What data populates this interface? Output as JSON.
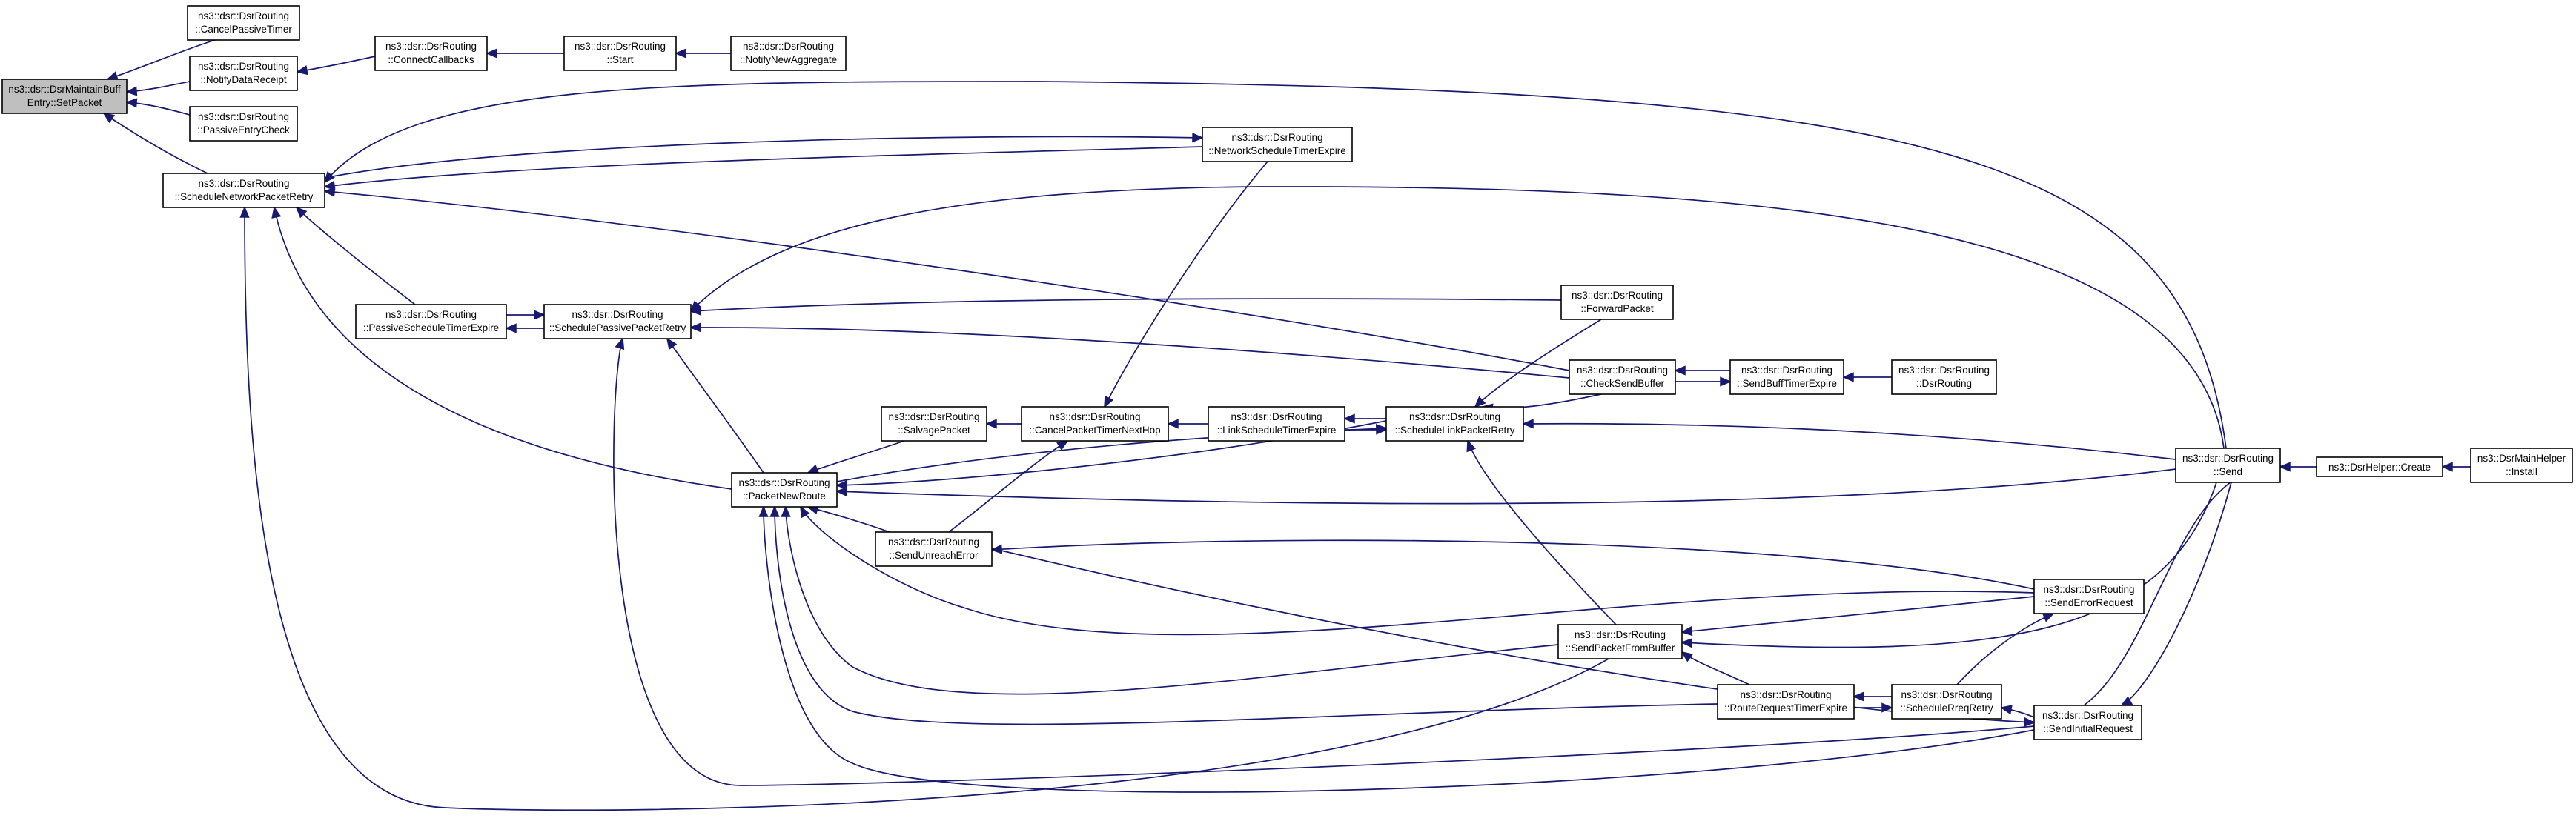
{
  "diagram": {
    "type": "caller-graph",
    "root": "setpacket",
    "nodes": [
      {
        "id": "setpacket",
        "line1": "ns3::dsr::DsrMaintainBuff",
        "line2": "Entry::SetPacket"
      },
      {
        "id": "cancelpassivetimer",
        "line1": "ns3::dsr::DsrRouting",
        "line2": "::CancelPassiveTimer"
      },
      {
        "id": "notifydatareceipt",
        "line1": "ns3::dsr::DsrRouting",
        "line2": "::NotifyDataReceipt"
      },
      {
        "id": "passiveentrycheck",
        "line1": "ns3::dsr::DsrRouting",
        "line2": "::PassiveEntryCheck"
      },
      {
        "id": "schedulenetworkpacketretry",
        "line1": "ns3::dsr::DsrRouting",
        "line2": "::ScheduleNetworkPacketRetry"
      },
      {
        "id": "connectcallbacks",
        "line1": "ns3::dsr::DsrRouting",
        "line2": "::ConnectCallbacks"
      },
      {
        "id": "start",
        "line1": "ns3::dsr::DsrRouting",
        "line2": "::Start"
      },
      {
        "id": "notifynewaggregate",
        "line1": "ns3::dsr::DsrRouting",
        "line2": "::NotifyNewAggregate"
      },
      {
        "id": "networkscheduletimerexpire",
        "line1": "ns3::dsr::DsrRouting",
        "line2": "::NetworkScheduleTimerExpire"
      },
      {
        "id": "passivescheduletimerexpire",
        "line1": "ns3::dsr::DsrRouting",
        "line2": "::PassiveScheduleTimerExpire"
      },
      {
        "id": "schedulepassivepacketretry",
        "line1": "ns3::dsr::DsrRouting",
        "line2": "::SchedulePassivePacketRetry"
      },
      {
        "id": "forwardpacket",
        "line1": "ns3::dsr::DsrRouting",
        "line2": "::ForwardPacket"
      },
      {
        "id": "checksendbuffer",
        "line1": "ns3::dsr::DsrRouting",
        "line2": "::CheckSendBuffer"
      },
      {
        "id": "sendbufftimerexpire",
        "line1": "ns3::dsr::DsrRouting",
        "line2": "::SendBuffTimerExpire"
      },
      {
        "id": "dsrrouting",
        "line1": "ns3::dsr::DsrRouting",
        "line2": "::DsrRouting"
      },
      {
        "id": "salvagepacket",
        "line1": "ns3::dsr::DsrRouting",
        "line2": "::SalvagePacket"
      },
      {
        "id": "cancelpackettimernexthop",
        "line1": "ns3::dsr::DsrRouting",
        "line2": "::CancelPacketTimerNextHop"
      },
      {
        "id": "linkscheduletimerexpire",
        "line1": "ns3::dsr::DsrRouting",
        "line2": "::LinkScheduleTimerExpire"
      },
      {
        "id": "schedulelinkpacketretry",
        "line1": "ns3::dsr::DsrRouting",
        "line2": "::ScheduleLinkPacketRetry"
      },
      {
        "id": "packetnewroute",
        "line1": "ns3::dsr::DsrRouting",
        "line2": "::PacketNewRoute"
      },
      {
        "id": "send",
        "line1": "ns3::dsr::DsrRouting",
        "line2": "::Send"
      },
      {
        "id": "create",
        "line1": "ns3::DsrHelper::Create",
        "line2": ""
      },
      {
        "id": "install",
        "line1": "ns3::DsrMainHelper",
        "line2": "::Install"
      },
      {
        "id": "sendunreacherror",
        "line1": "ns3::dsr::DsrRouting",
        "line2": "::SendUnreachError"
      },
      {
        "id": "senderrorrequest",
        "line1": "ns3::dsr::DsrRouting",
        "line2": "::SendErrorRequest"
      },
      {
        "id": "sendpacketfrombuffer",
        "line1": "ns3::dsr::DsrRouting",
        "line2": "::SendPacketFromBuffer"
      },
      {
        "id": "routerequesttimerexpire",
        "line1": "ns3::dsr::DsrRouting",
        "line2": "::RouteRequestTimerExpire"
      },
      {
        "id": "schedulerreqretry",
        "line1": "ns3::dsr::DsrRouting",
        "line2": "::ScheduleRreqRetry"
      },
      {
        "id": "sendinitialrequest",
        "line1": "ns3::dsr::DsrRouting",
        "line2": "::SendInitialRequest"
      }
    ],
    "edges": [
      {
        "from": "cancelpassivetimer",
        "to": "setpacket"
      },
      {
        "from": "notifydatareceipt",
        "to": "setpacket"
      },
      {
        "from": "passiveentrycheck",
        "to": "setpacket"
      },
      {
        "from": "schedulenetworkpacketretry",
        "to": "setpacket"
      },
      {
        "from": "connectcallbacks",
        "to": "notifydatareceipt"
      },
      {
        "from": "start",
        "to": "connectcallbacks"
      },
      {
        "from": "notifynewaggregate",
        "to": "start"
      },
      {
        "from": "networkscheduletimerexpire",
        "to": "schedulenetworkpacketretry"
      },
      {
        "from": "passivescheduletimerexpire",
        "to": "schedulenetworkpacketretry"
      },
      {
        "from": "checksendbuffer",
        "to": "schedulenetworkpacketretry"
      },
      {
        "from": "packetnewroute",
        "to": "schedulenetworkpacketretry"
      },
      {
        "from": "sendpacketfrombuffer",
        "to": "schedulenetworkpacketretry"
      },
      {
        "from": "send",
        "to": "schedulenetworkpacketretry"
      },
      {
        "from": "schedulenetworkpacketretry",
        "to": "networkscheduletimerexpire"
      },
      {
        "from": "schedulepassivepacketretry",
        "to": "passivescheduletimerexpire"
      },
      {
        "from": "passivescheduletimerexpire",
        "to": "schedulepassivepacketretry"
      },
      {
        "from": "forwardpacket",
        "to": "schedulepassivepacketretry"
      },
      {
        "from": "checksendbuffer",
        "to": "schedulepassivepacketretry"
      },
      {
        "from": "packetnewroute",
        "to": "schedulepassivepacketretry"
      },
      {
        "from": "send",
        "to": "schedulepassivepacketretry"
      },
      {
        "from": "sendinitialrequest",
        "to": "schedulepassivepacketretry"
      },
      {
        "from": "sendbufftimerexpire",
        "to": "checksendbuffer"
      },
      {
        "from": "checksendbuffer",
        "to": "sendbufftimerexpire"
      },
      {
        "from": "dsrrouting",
        "to": "sendbufftimerexpire"
      },
      {
        "from": "cancelpackettimernexthop",
        "to": "salvagepacket"
      },
      {
        "from": "linkscheduletimerexpire",
        "to": "cancelpackettimernexthop"
      },
      {
        "from": "schedulelinkpacketretry",
        "to": "linkscheduletimerexpire"
      },
      {
        "from": "linkscheduletimerexpire",
        "to": "schedulelinkpacketretry"
      },
      {
        "from": "packetnewroute",
        "to": "schedulelinkpacketretry"
      },
      {
        "from": "send",
        "to": "schedulelinkpacketretry"
      },
      {
        "from": "salvagepacket",
        "to": "packetnewroute"
      },
      {
        "from": "sendunreacherror",
        "to": "packetnewroute"
      },
      {
        "from": "schedulelinkpacketretry",
        "to": "packetnewroute"
      },
      {
        "from": "send",
        "to": "packetnewroute"
      },
      {
        "from": "senderrorrequest",
        "to": "packetnewroute"
      },
      {
        "from": "sendpacketfrombuffer",
        "to": "packetnewroute"
      },
      {
        "from": "routerequesttimerexpire",
        "to": "packetnewroute"
      },
      {
        "from": "sendinitialrequest",
        "to": "packetnewroute"
      },
      {
        "from": "create",
        "to": "send"
      },
      {
        "from": "install",
        "to": "create"
      },
      {
        "from": "senderrorrequest",
        "to": "sendunreacherror"
      },
      {
        "from": "senderrorrequest",
        "to": "sendpacketfrombuffer"
      },
      {
        "from": "send",
        "to": "sendpacketfrombuffer"
      },
      {
        "from": "schedulerreqretry",
        "to": "routerequesttimerexpire"
      },
      {
        "from": "routerequesttimerexpire",
        "to": "schedulerreqretry"
      },
      {
        "from": "sendinitialrequest",
        "to": "schedulerreqretry"
      },
      {
        "from": "send",
        "to": "sendinitialrequest"
      },
      {
        "from": "sendunreacherror",
        "to": "cancelpackettimernexthop"
      },
      {
        "from": "sendunreacherror",
        "to": "sendinitialrequest"
      },
      {
        "from": "forwardpacket",
        "to": "schedulelinkpacketretry"
      },
      {
        "from": "checksendbuffer",
        "to": "schedulelinkpacketretry"
      },
      {
        "from": "sendpacketfrombuffer",
        "to": "schedulelinkpacketretry"
      },
      {
        "from": "networkscheduletimerexpire",
        "to": "cancelpackettimernexthop"
      },
      {
        "from": "routerequesttimerexpire",
        "to": "sendpacketfrombuffer"
      },
      {
        "from": "schedulerreqretry",
        "to": "senderrorrequest"
      },
      {
        "from": "sendinitialrequest",
        "to": "send"
      }
    ]
  }
}
